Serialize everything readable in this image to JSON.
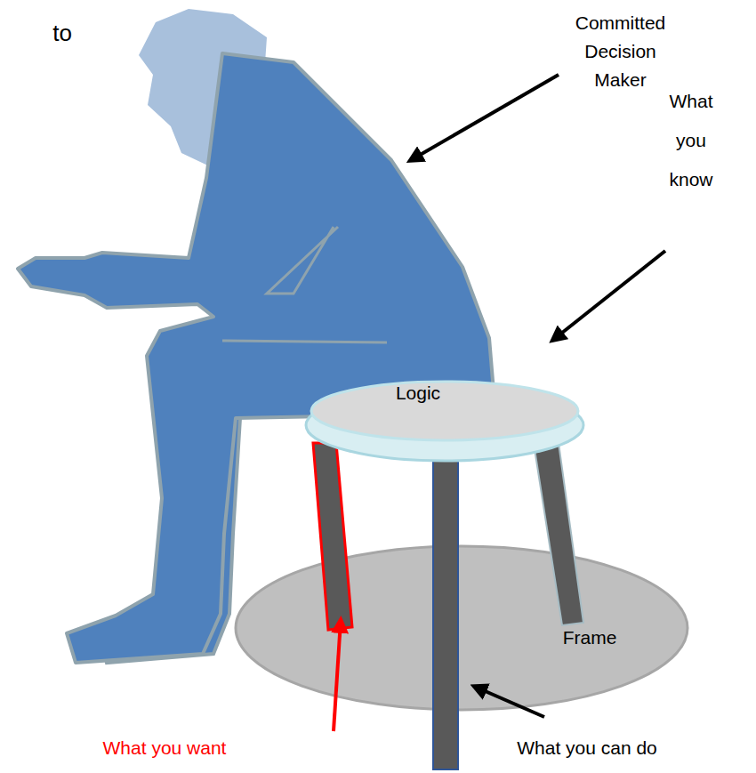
{
  "diagram": {
    "nodes": [
      {
        "text": [
          "Logic"
        ]
      },
      {
        "text": [
          "Frame"
        ]
      }
    ],
    "labels": [
      "to",
      "Committed Decision Maker",
      "What you know",
      "What you can do",
      "What you want"
    ]
  }
}
